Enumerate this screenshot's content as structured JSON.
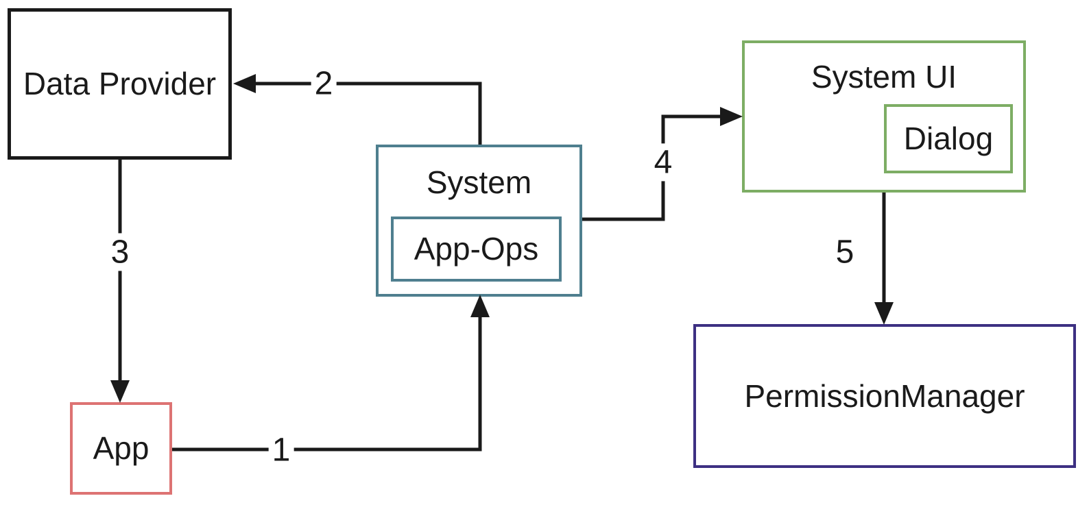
{
  "diagram": {
    "type": "flow-diagram",
    "background_color": "#ffffff",
    "line_color": "#1a1a1a",
    "nodes": {
      "data_provider": {
        "label": "Data Provider",
        "border_color": "#1a1a1a"
      },
      "app": {
        "label": "App",
        "border_color": "#dd7373"
      },
      "system": {
        "label": "System",
        "border_color": "#4f7f8f"
      },
      "app_ops": {
        "label": "App-Ops",
        "border_color": "#4f7f8f",
        "parent": "System"
      },
      "system_ui": {
        "label": "System UI",
        "border_color": "#7dad64"
      },
      "dialog": {
        "label": "Dialog",
        "border_color": "#7dad64",
        "parent": "System UI"
      },
      "permission_manager": {
        "label": "PermissionManager",
        "border_color": "#3d3082"
      }
    },
    "edges": [
      {
        "label": "1",
        "from": "App",
        "to": "System"
      },
      {
        "label": "2",
        "from": "System",
        "to": "Data Provider"
      },
      {
        "label": "3",
        "from": "Data Provider",
        "to": "App"
      },
      {
        "label": "4",
        "from": "System",
        "to": "System UI"
      },
      {
        "label": "5",
        "from": "System UI",
        "to": "PermissionManager"
      }
    ]
  }
}
